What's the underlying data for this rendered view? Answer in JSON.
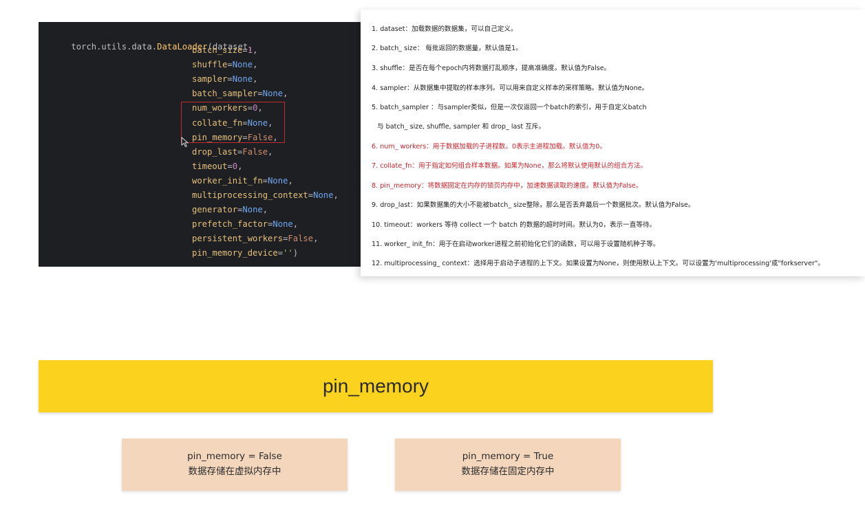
{
  "code": {
    "call_prefix": "torch.utils.data.",
    "call_fn": "DataLoader",
    "call_open": "(dataset,",
    "lines": [
      {
        "name": "batch_size",
        "eq": "=",
        "value": "1",
        "vclass": "tok-num"
      },
      {
        "name": "shuffle",
        "eq": "=",
        "value": "None",
        "vclass": "tok-none"
      },
      {
        "name": "sampler",
        "eq": "=",
        "value": "None",
        "vclass": "tok-none"
      },
      {
        "name": "batch_sampler",
        "eq": "=",
        "value": "None",
        "vclass": "tok-none"
      },
      {
        "name": "num_workers",
        "eq": "=",
        "value": "0",
        "vclass": "tok-num"
      },
      {
        "name": "collate_fn",
        "eq": "=",
        "value": "None",
        "vclass": "tok-none"
      },
      {
        "name": "pin_memory",
        "eq": "=",
        "value": "False",
        "vclass": "tok-kw"
      },
      {
        "name": "drop_last",
        "eq": "=",
        "value": "False",
        "vclass": "tok-kw"
      },
      {
        "name": "timeout",
        "eq": "=",
        "value": "0",
        "vclass": "tok-num"
      },
      {
        "name": "worker_init_fn",
        "eq": "=",
        "value": "None",
        "vclass": "tok-none"
      },
      {
        "name": "multiprocessing_context",
        "eq": "=",
        "value": "None",
        "vclass": "tok-none"
      },
      {
        "name": "generator",
        "eq": "=",
        "value": "None",
        "vclass": "tok-none"
      },
      {
        "name": "prefetch_factor",
        "eq": "=",
        "value": "None",
        "vclass": "tok-none"
      },
      {
        "name": "persistent_workers",
        "eq": "=",
        "value": "False",
        "vclass": "tok-kw"
      },
      {
        "name": "pin_memory_device",
        "eq": "=",
        "value": "''",
        "vclass": "tok-str"
      }
    ],
    "comma": ",",
    "close": ")"
  },
  "docs": [
    {
      "text": "1. dataset：加载数据的数据集，可以自己定义。",
      "red": false
    },
    {
      "text": "2. batch_ size： 每批返回的数据量，默认值是1。",
      "red": false
    },
    {
      "text": "3. shuffle：是否在每个epoch内将数据打乱顺序，提高准确度。默认值为False。",
      "red": false
    },
    {
      "text": "4. sampler：从数据集中提取的样本序列。可以用来自定义样本的采样策略。默认值为None。",
      "red": false
    },
    {
      "text": "5. batch_sampler ：与sampler类似，但是一次仅返回一个batch的索引，用于自定义batch",
      "red": false
    },
    {
      "text": "与 batch_ size, shuffle, sampler 和 drop_ last 互斥。",
      "red": false,
      "indent": true
    },
    {
      "text": "6. num_ workers：用于数据加载的子进程数。0表示主进程加载。默认值为0。",
      "red": true
    },
    {
      "text": "7. collate_fn：用于指定如何组合样本数据。如果为None，那么将默认使用默认的组合方法。",
      "red": true
    },
    {
      "text": "8. pin_memory：将数据固定在内存的锁页内存中，加速数据读取的速度。默认值为False。",
      "red": true
    },
    {
      "text": "9. drop_last：如果数据集的大小不能被batch_ size整除，那么是否丢弃最后一个数据批次。默认值为False。",
      "red": false
    },
    {
      "text": "10. timeout：workers 等待 collect 一个 batch 的数据的超时时间。默认为0，表示一直等待。",
      "red": false
    },
    {
      "text": "11. worker_ init_fn：用于在启动worker进程之前初始化它们的函数，可以用于设置随机种子等。",
      "red": false
    },
    {
      "text": "12. multiprocessing_ context：选择用于启动子进程的上下文。如果设置为None，则使用默认上下文。可以设置为'multiprocessing'或\"forkserver\"。",
      "red": false
    }
  ],
  "banner": {
    "title": "pin_memory"
  },
  "cards": [
    {
      "line1": "pin_memory = False",
      "line2": "数据存储在虚拟内存中"
    },
    {
      "line1": "pin_memory = True",
      "line2": "数据存储在固定内存中"
    }
  ],
  "colors": {
    "banner": "#fbd31f",
    "card": "#f4d6bc",
    "highlight": "#c42b30",
    "code_bg": "#1e1f22"
  },
  "icons": {
    "cursor": "mouse-pointer-icon"
  }
}
